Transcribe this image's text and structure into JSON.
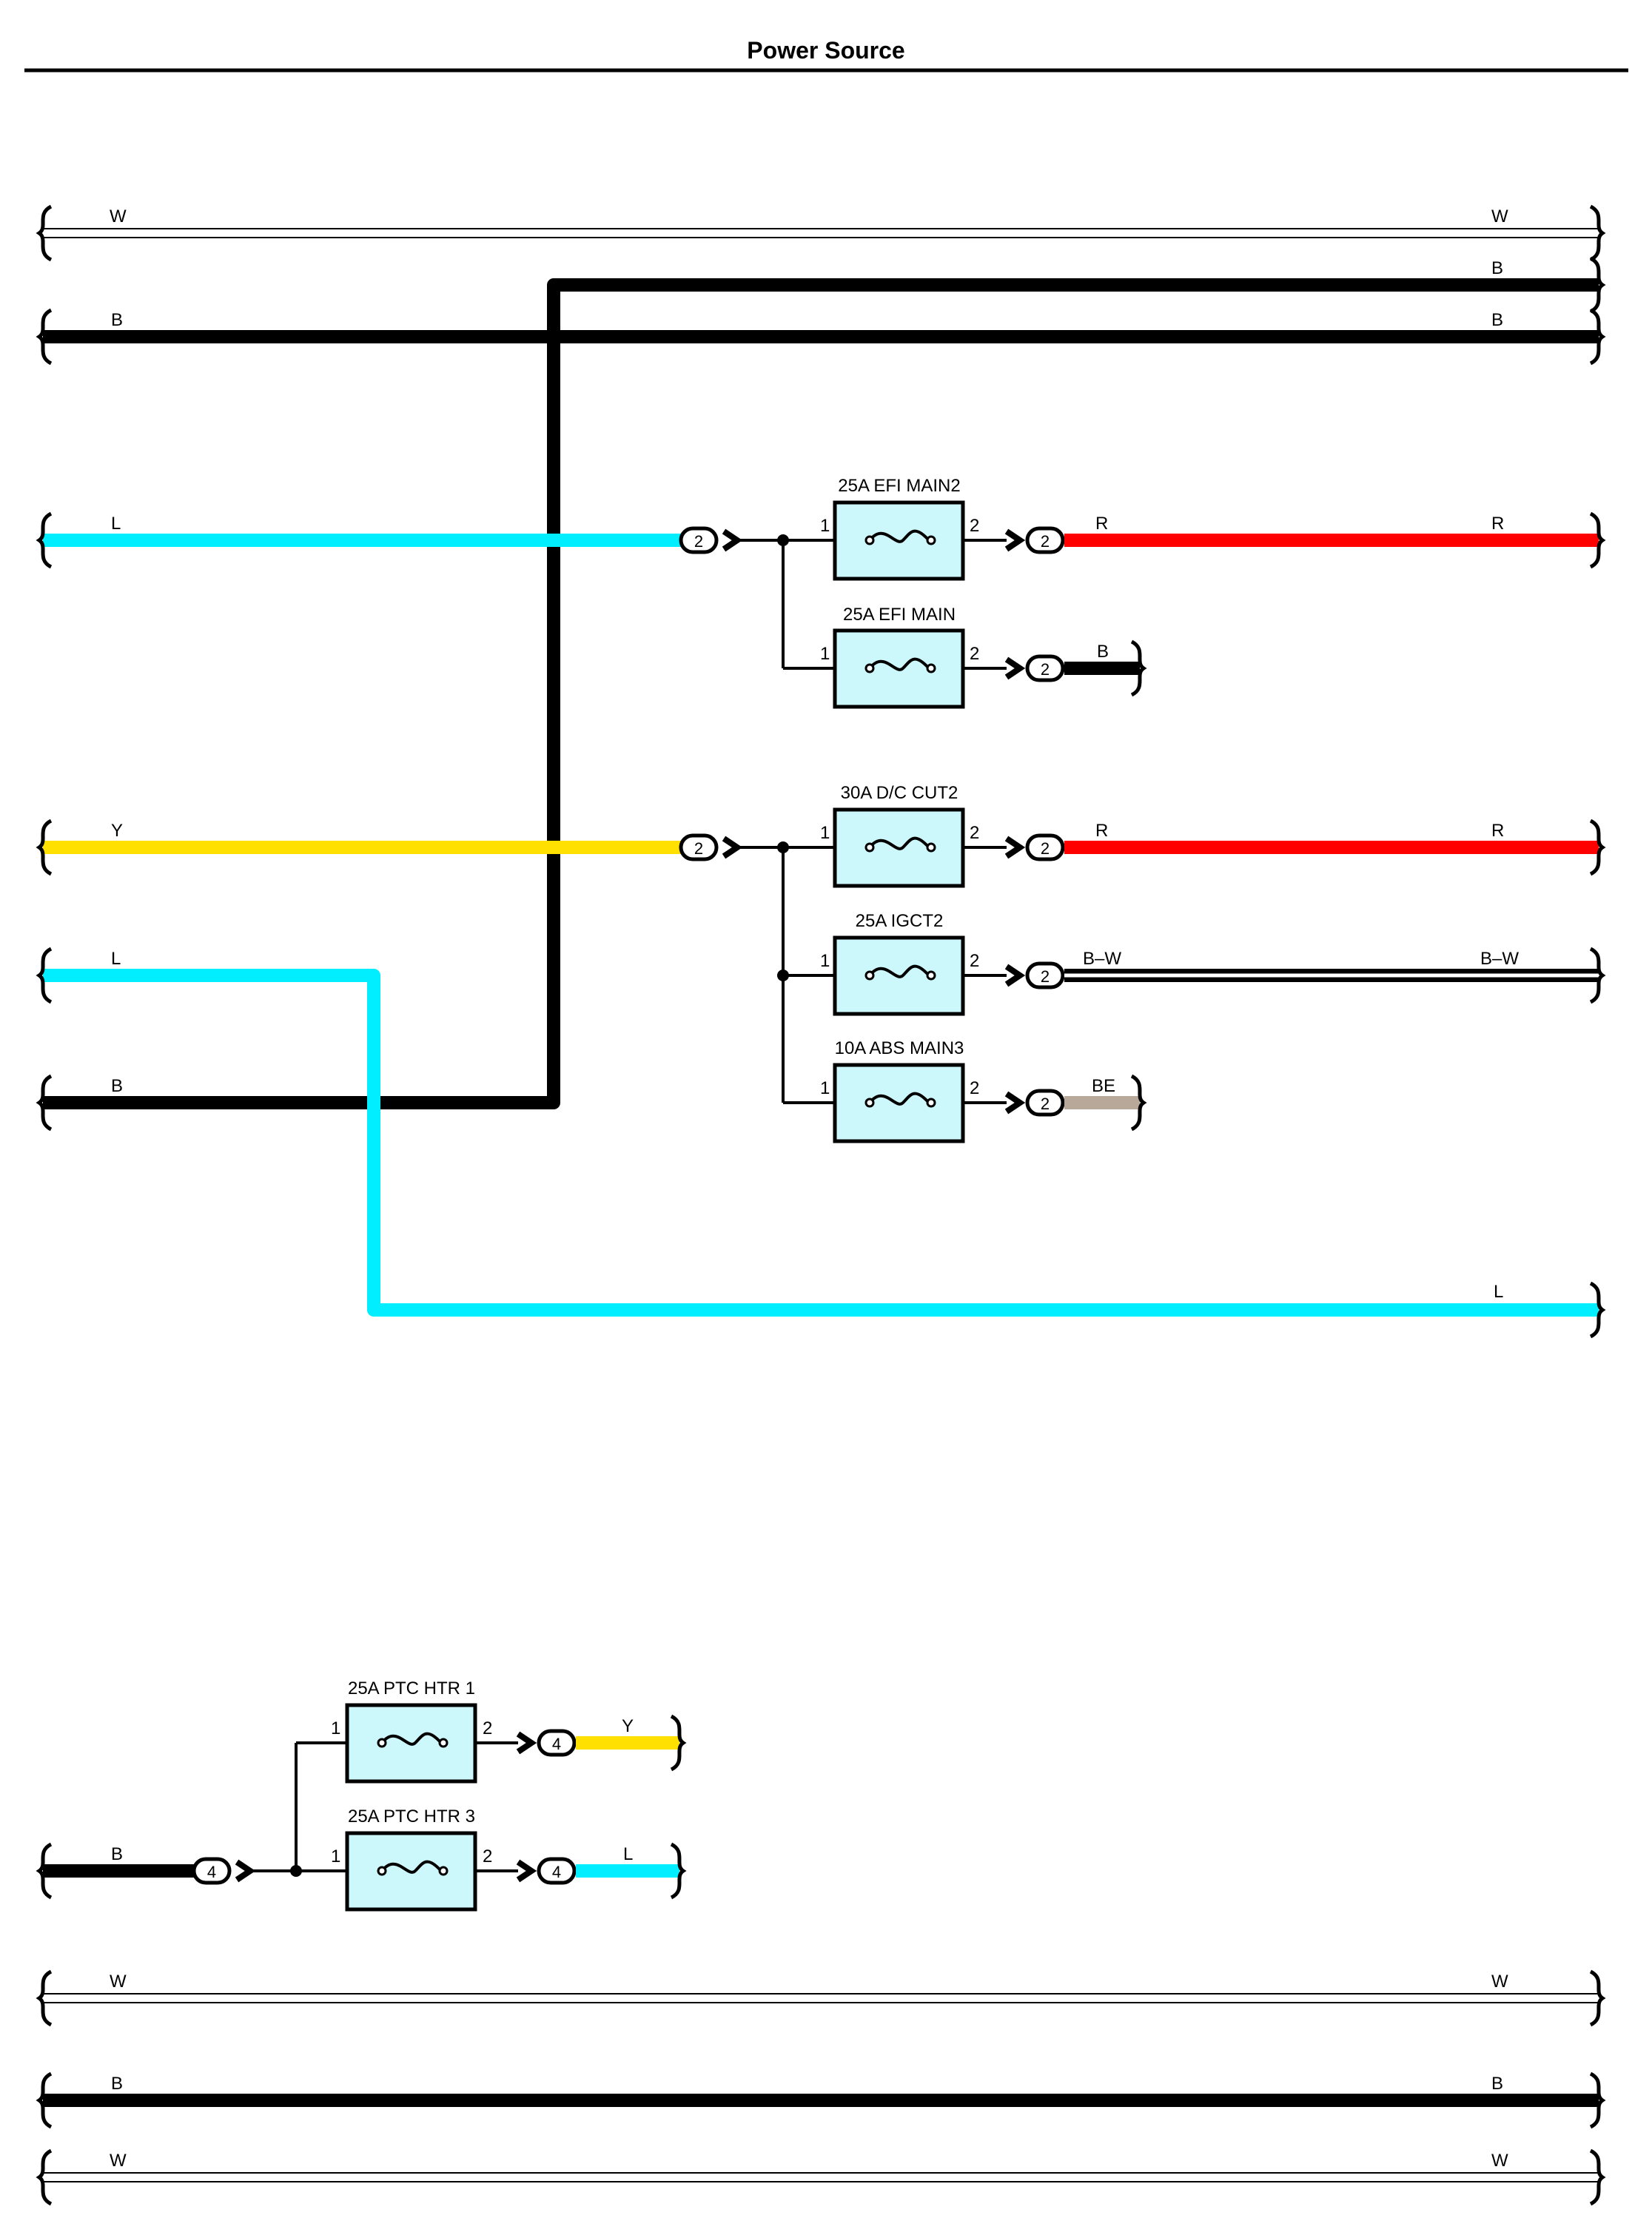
{
  "title": "Power Source",
  "colors": {
    "W": "#ffffff",
    "B": "#000000",
    "L": "#00eeff",
    "Y": "#ffe000",
    "R": "#ff0000",
    "BE": "#b8a89a",
    "fuse_fill": "#ccf7fb"
  },
  "wire_labels": {
    "w_top_l": "W",
    "w_top_r": "W",
    "b_top_r": "B",
    "b1_l": "B",
    "b1_r": "B",
    "l1_l": "L",
    "r1_a": "R",
    "r1_b": "R",
    "b_short": "B",
    "y1_l": "Y",
    "r2_a": "R",
    "r2_b": "R",
    "l2_l": "L",
    "bw_a": "B–W",
    "bw_b": "B–W",
    "b2_l": "B",
    "be": "BE",
    "l_long_r": "L",
    "ptc_y": "Y",
    "ptc_l": "L",
    "ptc_b": "B",
    "w_b1_l": "W",
    "w_b1_r": "W",
    "b_b_l": "B",
    "b_b_r": "B",
    "w_b2_l": "W",
    "w_b2_r": "W"
  },
  "fuses": [
    {
      "label": "25A EFI MAIN2",
      "pin_in": "1",
      "pin_out": "2"
    },
    {
      "label": "25A EFI MAIN",
      "pin_in": "1",
      "pin_out": "2"
    },
    {
      "label": "30A D/C CUT2",
      "pin_in": "1",
      "pin_out": "2"
    },
    {
      "label": "25A IGCT2",
      "pin_in": "1",
      "pin_out": "2"
    },
    {
      "label": "10A ABS MAIN3",
      "pin_in": "1",
      "pin_out": "2"
    },
    {
      "label": "25A PTC HTR 1",
      "pin_in": "1",
      "pin_out": "2"
    },
    {
      "label": "25A PTC HTR 3",
      "pin_in": "1",
      "pin_out": "2"
    }
  ],
  "connectors": {
    "c_l1_in": "2",
    "c_r1_out": "2",
    "c_b_out": "2",
    "c_y_in": "2",
    "c_r2_out": "2",
    "c_bw_out": "2",
    "c_be_out": "2",
    "c_ptc_in": "4",
    "c_ptcy_out": "4",
    "c_ptcl_out": "4"
  }
}
